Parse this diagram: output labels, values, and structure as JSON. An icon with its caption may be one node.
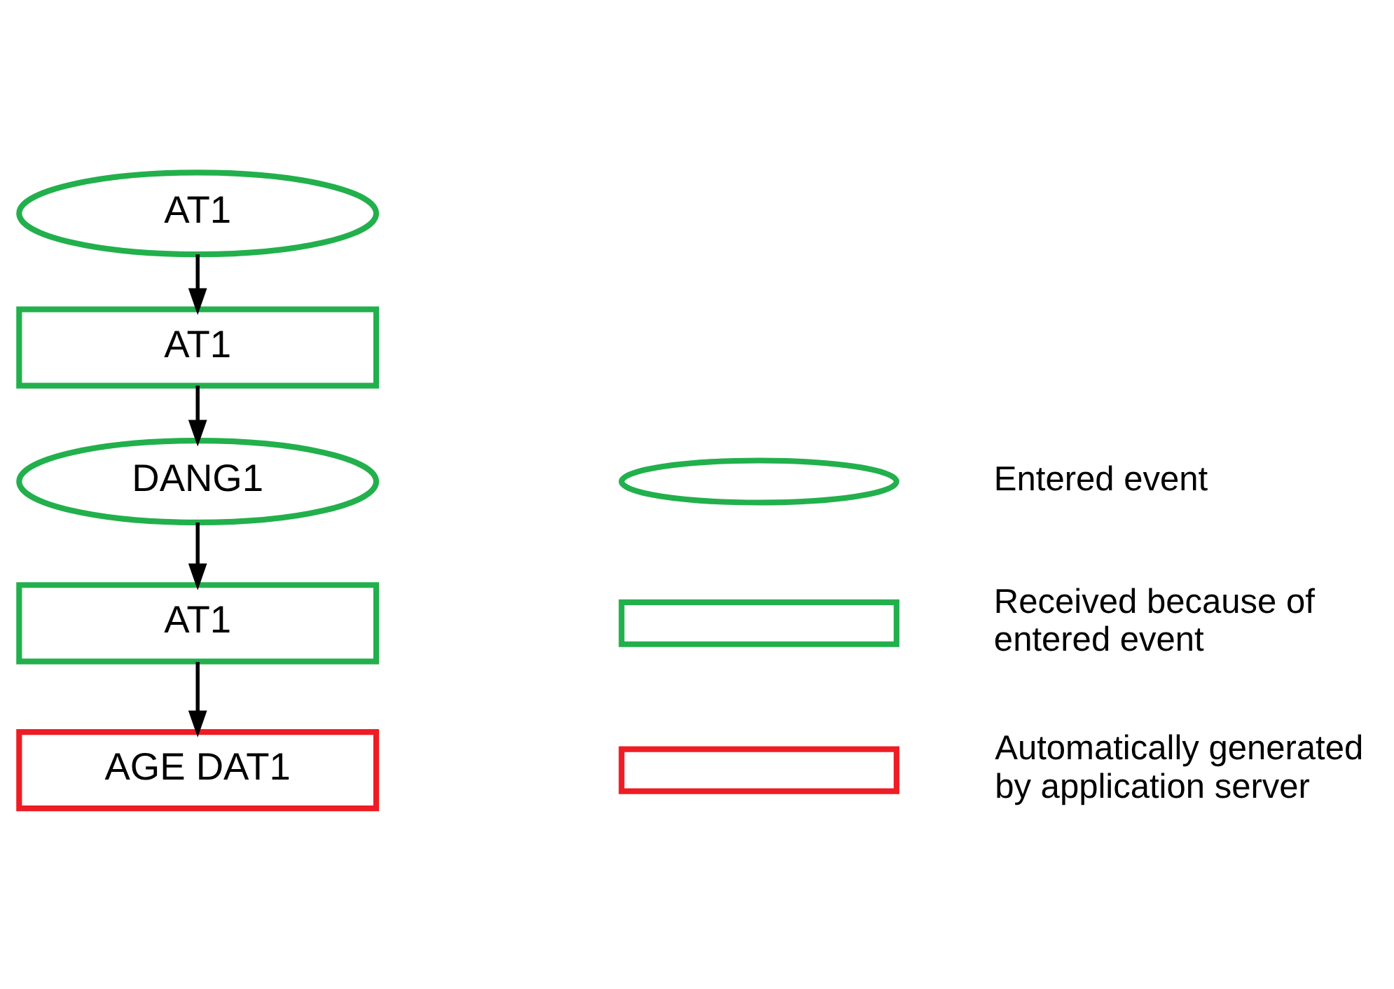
{
  "diagram": {
    "nodes": [
      {
        "text": [
          "AT1"
        ]
      },
      {
        "text": [
          "AT1"
        ]
      },
      {
        "text": [
          "DANG1"
        ]
      },
      {
        "text": [
          "AT1"
        ]
      },
      {
        "text": [
          "AGE DAT1"
        ]
      },
      {
        "text": [],
        "shape": "ellipse"
      },
      {
        "text": [],
        "shape": "box"
      },
      {
        "text": [],
        "shape": "box"
      }
    ],
    "edges": [
      {
        "from": 0,
        "to": 1,
        "arrow": "to"
      },
      {
        "from": 1,
        "to": 2,
        "arrow": "to"
      },
      {
        "from": 2,
        "to": 3,
        "arrow": "to"
      },
      {
        "from": 3,
        "to": 4,
        "arrow": "to"
      }
    ],
    "legend": [
      {
        "text": "Entered event"
      },
      {
        "text": "Received because of entered event"
      },
      {
        "text": "Automatically generated by application server"
      }
    ]
  }
}
